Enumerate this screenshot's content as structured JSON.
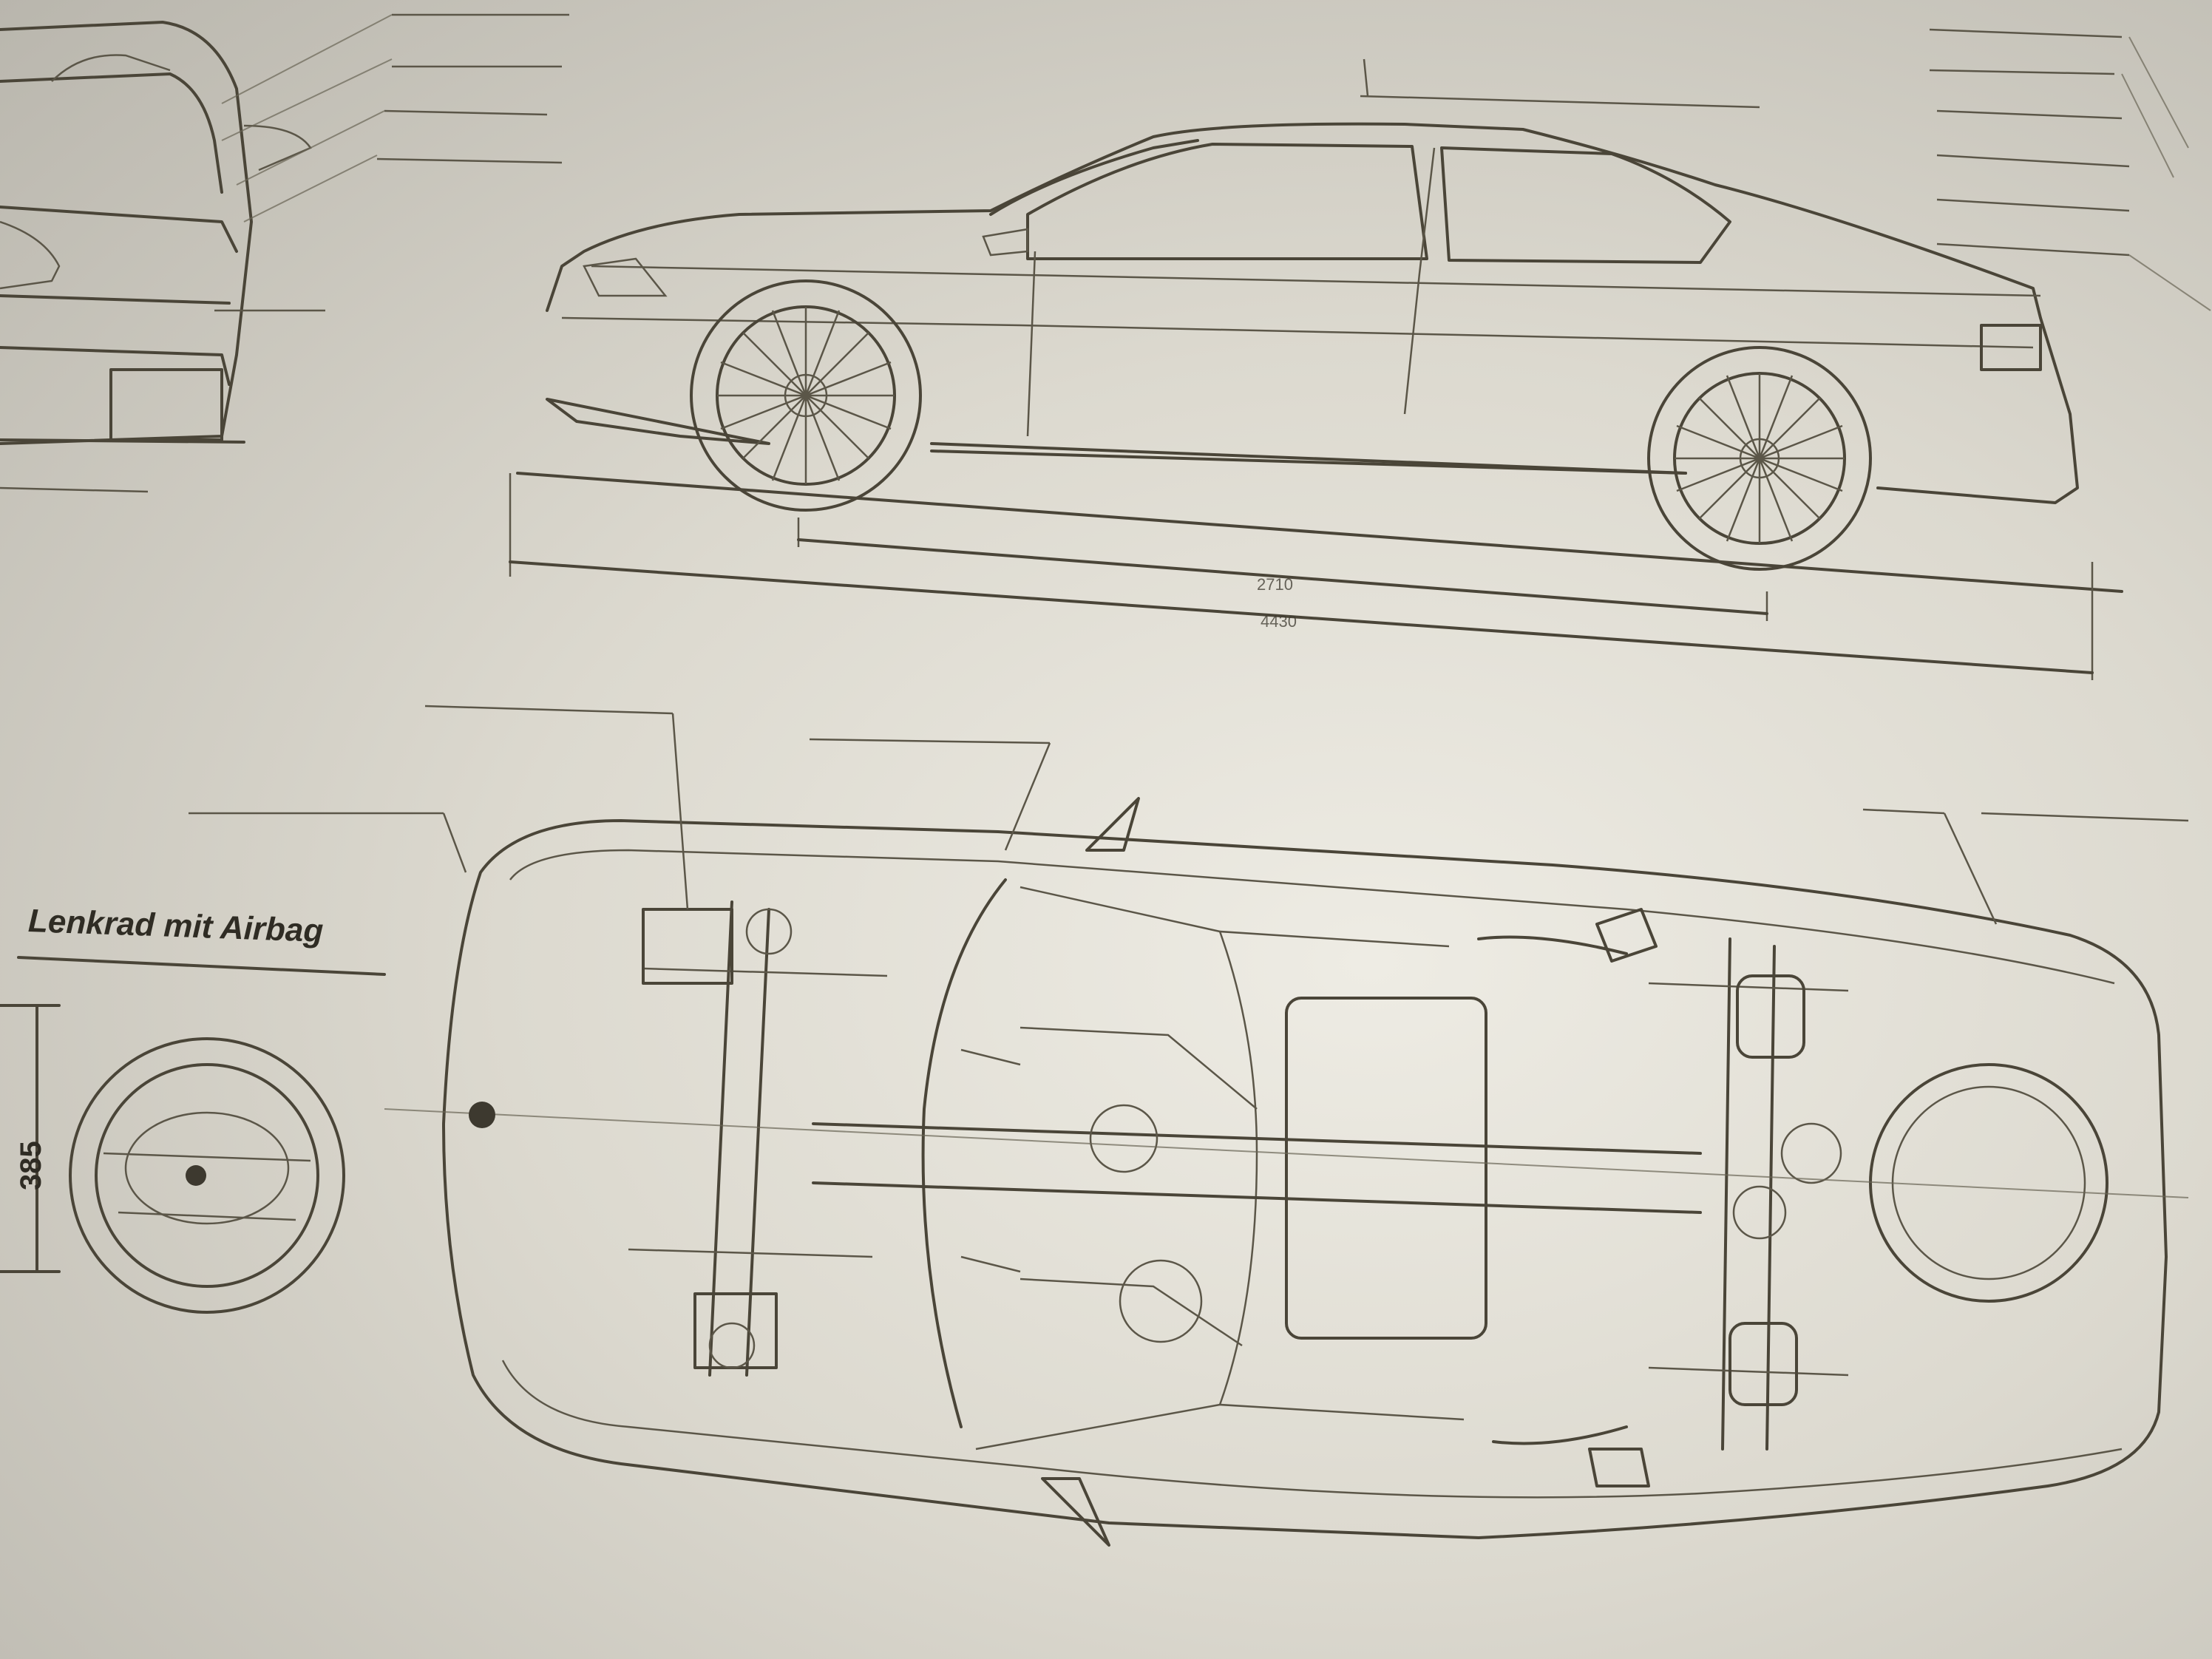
{
  "steering_wheel": {
    "title": "Lenkrad mit Airbag",
    "dimension": "385"
  },
  "side_view": {
    "wheelbase_dimension": "2710",
    "length_dimension": "4430"
  },
  "colors": {
    "paper": "#dcd9cf",
    "line": "#4a4538"
  }
}
